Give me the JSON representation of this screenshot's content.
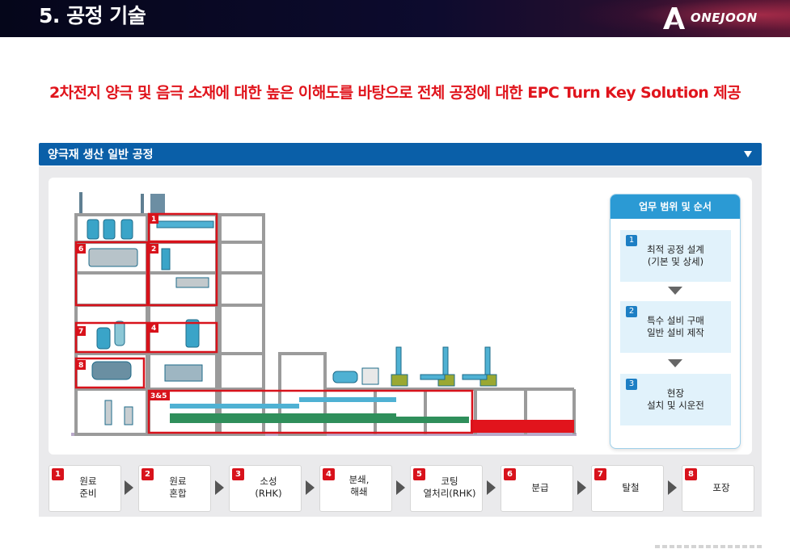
{
  "header": {
    "title": "5. 공정 기술",
    "logo_text": "ONEJOON"
  },
  "subtitle": "2차전지 양극 및 음극 소재에 대한 높은 이해도를 바탕으로 전체 공정에 대한 EPC Turn Key Solution 제공",
  "section": {
    "title": "양극재 생산 일반 공정",
    "collapse_icon": "triangle-down-icon"
  },
  "plant": {
    "markers": [
      "1",
      "2",
      "3&5",
      "4",
      "6",
      "7",
      "8"
    ]
  },
  "scope": {
    "title": "업무 범위 및 순서",
    "items": [
      {
        "num": "1",
        "text": "최적 공정 설계\n(기본 및 상세)"
      },
      {
        "num": "2",
        "text": "특수 설비 구매\n일반 설비 제작"
      },
      {
        "num": "3",
        "text": "현장\n설치 및 시운전"
      }
    ]
  },
  "steps": [
    {
      "num": "1",
      "label": "원료\n준비"
    },
    {
      "num": "2",
      "label": "원료\n혼합"
    },
    {
      "num": "3",
      "label": "소성\n(RHK)"
    },
    {
      "num": "4",
      "label": "분쇄,\n해쇄"
    },
    {
      "num": "5",
      "label": "코팅\n열처리(RHK)"
    },
    {
      "num": "6",
      "label": "분급"
    },
    {
      "num": "7",
      "label": "탈철"
    },
    {
      "num": "8",
      "label": "포장"
    }
  ],
  "colors": {
    "header_bg": "#0d0b2e",
    "accent_red": "#e0141c",
    "section_blue": "#0a5fa8",
    "scope_blue": "#2b9ad4",
    "step_red": "#d8121b"
  }
}
